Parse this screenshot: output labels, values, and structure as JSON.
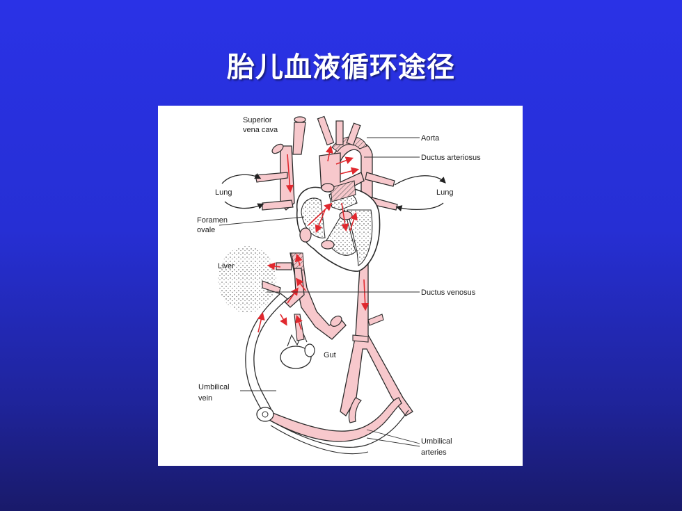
{
  "slide": {
    "title": "胎儿血液循环途径"
  },
  "diagram": {
    "labels": {
      "superior_vena_cava_line1": "Superior",
      "superior_vena_cava_line2": "vena cava",
      "aorta": "Aorta",
      "ductus_arteriosus": "Ductus arteriosus",
      "lung_left": "Lung",
      "lung_right": "Lung",
      "foramen_ovale_line1": "Foramen",
      "foramen_ovale_line2": "ovale",
      "liver": "Liver",
      "ductus_venosus": "Ductus venosus",
      "gut": "Gut",
      "umbilical_vein_line1": "Umbilical",
      "umbilical_vein_line2": "vein",
      "umbilical_arteries_line1": "Umbilical",
      "umbilical_arteries_line2": "arteries"
    },
    "colors": {
      "vessel_fill": "#f7c8cc",
      "vessel_stroke": "#2b2b2b",
      "flow_arrow": "#e0282e",
      "hatch": "#555555"
    }
  }
}
